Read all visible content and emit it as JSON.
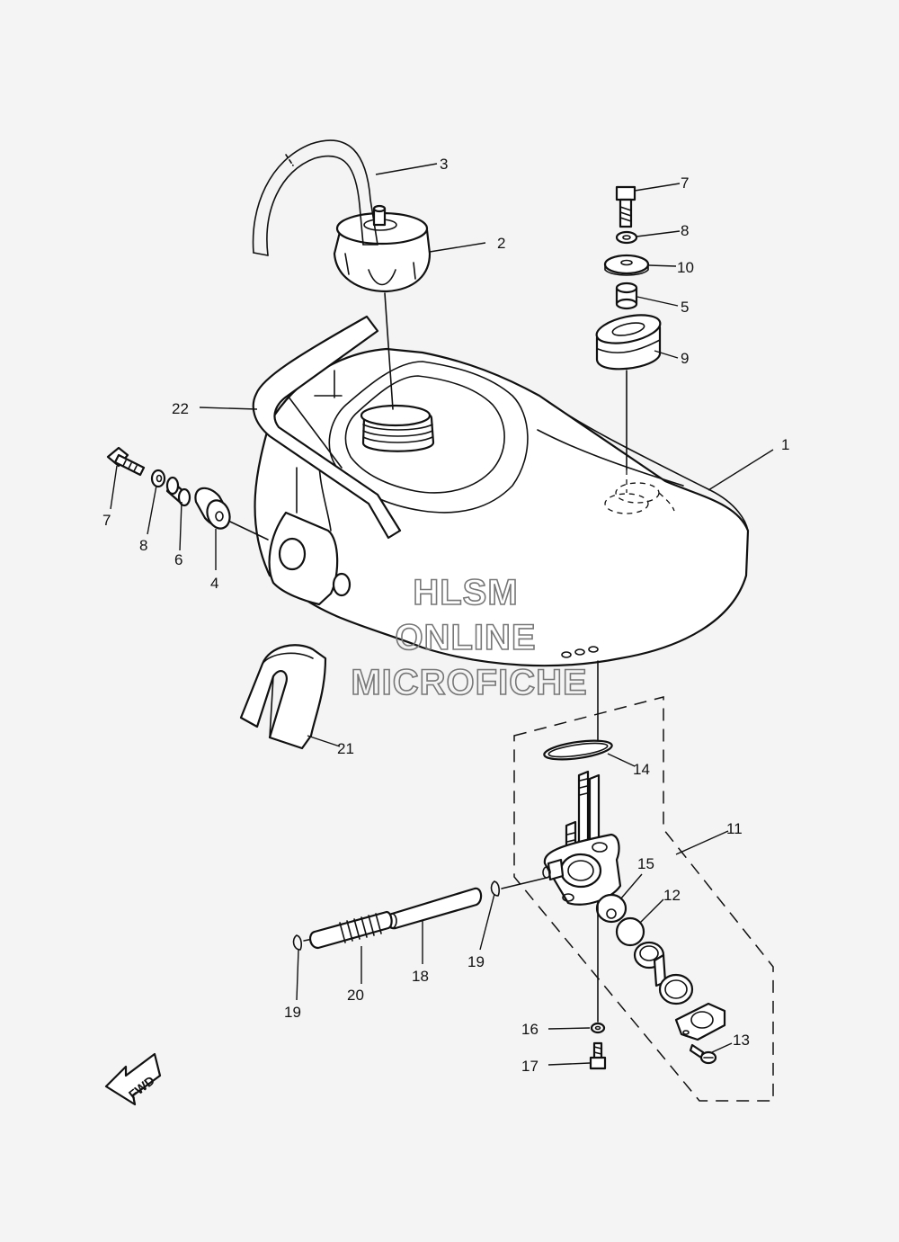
{
  "watermark": {
    "line1": "HLSM",
    "line2": "ONLINE",
    "line3": "MICROFICHE"
  },
  "direction_arrow": {
    "label": "FWD"
  },
  "callouts": [
    {
      "id": "c1",
      "text": "1"
    },
    {
      "id": "c2",
      "text": "2"
    },
    {
      "id": "c3",
      "text": "3"
    },
    {
      "id": "c4",
      "text": "4"
    },
    {
      "id": "c5",
      "text": "5"
    },
    {
      "id": "c6",
      "text": "6"
    },
    {
      "id": "c7a",
      "text": "7"
    },
    {
      "id": "c7b",
      "text": "7"
    },
    {
      "id": "c8a",
      "text": "8"
    },
    {
      "id": "c8b",
      "text": "8"
    },
    {
      "id": "c9",
      "text": "9"
    },
    {
      "id": "c10",
      "text": "10"
    },
    {
      "id": "c11",
      "text": "11"
    },
    {
      "id": "c12",
      "text": "12"
    },
    {
      "id": "c13",
      "text": "13"
    },
    {
      "id": "c14",
      "text": "14"
    },
    {
      "id": "c15",
      "text": "15"
    },
    {
      "id": "c16",
      "text": "16"
    },
    {
      "id": "c17",
      "text": "17"
    },
    {
      "id": "c18",
      "text": "18"
    },
    {
      "id": "c19a",
      "text": "19"
    },
    {
      "id": "c19b",
      "text": "19"
    },
    {
      "id": "c20",
      "text": "20"
    },
    {
      "id": "c21",
      "text": "21"
    },
    {
      "id": "c22",
      "text": "22"
    }
  ]
}
